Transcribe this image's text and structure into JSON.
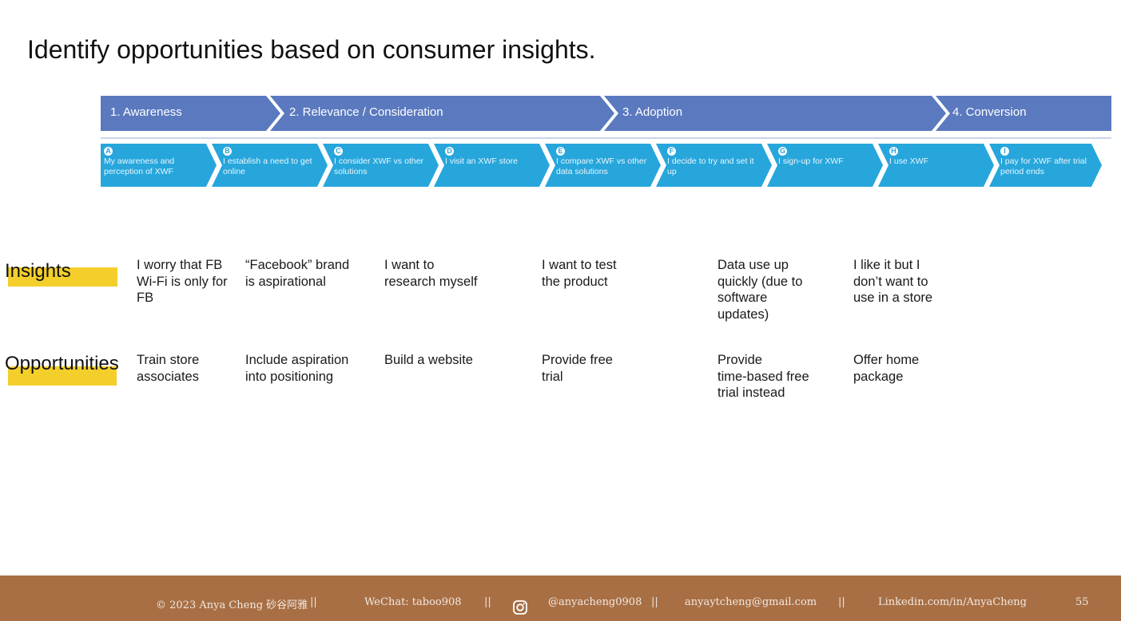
{
  "title": "Identify opportunities based on consumer insights.",
  "stages": [
    {
      "label": "1. Awareness"
    },
    {
      "label": "2. Relevance / Consideration"
    },
    {
      "label": "3. Adoption"
    },
    {
      "label": "4. Conversion"
    }
  ],
  "steps": [
    {
      "letter": "A",
      "text": "My awareness and perception of XWF"
    },
    {
      "letter": "B",
      "text": "I establish a need to get online"
    },
    {
      "letter": "C",
      "text": "I consider XWF vs other solutions"
    },
    {
      "letter": "D",
      "text": "I visit an XWF store"
    },
    {
      "letter": "E",
      "text": "I compare XWF vs other data solutions"
    },
    {
      "letter": "F",
      "text": "I decide to try and set it up"
    },
    {
      "letter": "G",
      "text": "I sign-up for XWF"
    },
    {
      "letter": "H",
      "text": "I use XWF"
    },
    {
      "letter": "I",
      "text": "I  pay for XWF after trial period ends"
    }
  ],
  "rows": {
    "insights_label": "Insights",
    "opportunities_label": "Opportunities",
    "insights": [
      "I worry that FB\nWi-Fi is only for\nFB",
      "“Facebook” brand\nis aspirational",
      "I want to\nresearch myself",
      "I want to test\nthe product",
      "Data use up\nquickly (due to\nsoftware\nupdates)",
      "I like it but I\ndon’t want to\nuse in a store"
    ],
    "opportunities": [
      "Train store\nassociates",
      "Include aspiration\ninto positioning",
      "Build a website",
      "Provide free\ntrial",
      "Provide\ntime-based free\ntrial instead",
      "Offer home\npackage"
    ]
  },
  "footer": {
    "copyright": "© 2023 Anya Cheng 砂谷阿雅",
    "sep1": "||",
    "wechat": "WeChat: taboo908",
    "sep2": "||",
    "instagram_icon": "instagram-icon",
    "instagram": "@anyacheng0908",
    "sep3": "||",
    "email": "anyaytcheng@gmail.com",
    "sep4": "||",
    "linkedin": "Linkedin.com/in/AnyaCheng",
    "page": "55"
  },
  "colors": {
    "stage_blue": "#5a79bf",
    "step_blue": "#27a6dc",
    "highlight": "#f4cf2c",
    "footer": "#a86f45"
  }
}
